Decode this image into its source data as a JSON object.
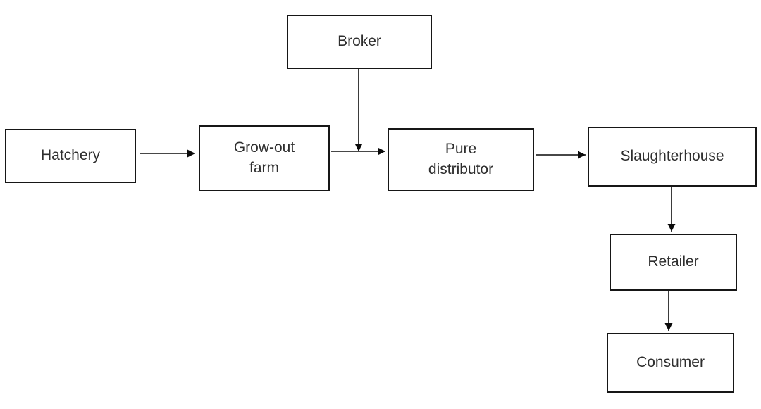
{
  "diagram": {
    "type": "flowchart",
    "background_color": "#ffffff",
    "box_border_color": "#161616",
    "text_color": "#2e2e2e",
    "arrow_color": "#0a0a0a",
    "nodes": [
      {
        "id": "hatchery",
        "label": "Hatchery"
      },
      {
        "id": "grow-out-farm",
        "label": "Grow-out\nfarm"
      },
      {
        "id": "broker",
        "label": "Broker"
      },
      {
        "id": "pure-distributor",
        "label": "Pure\ndistributor"
      },
      {
        "id": "slaughterhouse",
        "label": "Slaughterhouse"
      },
      {
        "id": "retailer",
        "label": "Retailer"
      },
      {
        "id": "consumer",
        "label": "Consumer"
      }
    ],
    "edges": [
      {
        "from": "hatchery",
        "to": "grow-out-farm"
      },
      {
        "from": "grow-out-farm",
        "to": "pure-distributor"
      },
      {
        "from": "broker",
        "to": "grow-out-farm-to-pure-distributor-connector"
      },
      {
        "from": "pure-distributor",
        "to": "slaughterhouse"
      },
      {
        "from": "slaughterhouse",
        "to": "retailer"
      },
      {
        "from": "retailer",
        "to": "consumer"
      }
    ]
  }
}
